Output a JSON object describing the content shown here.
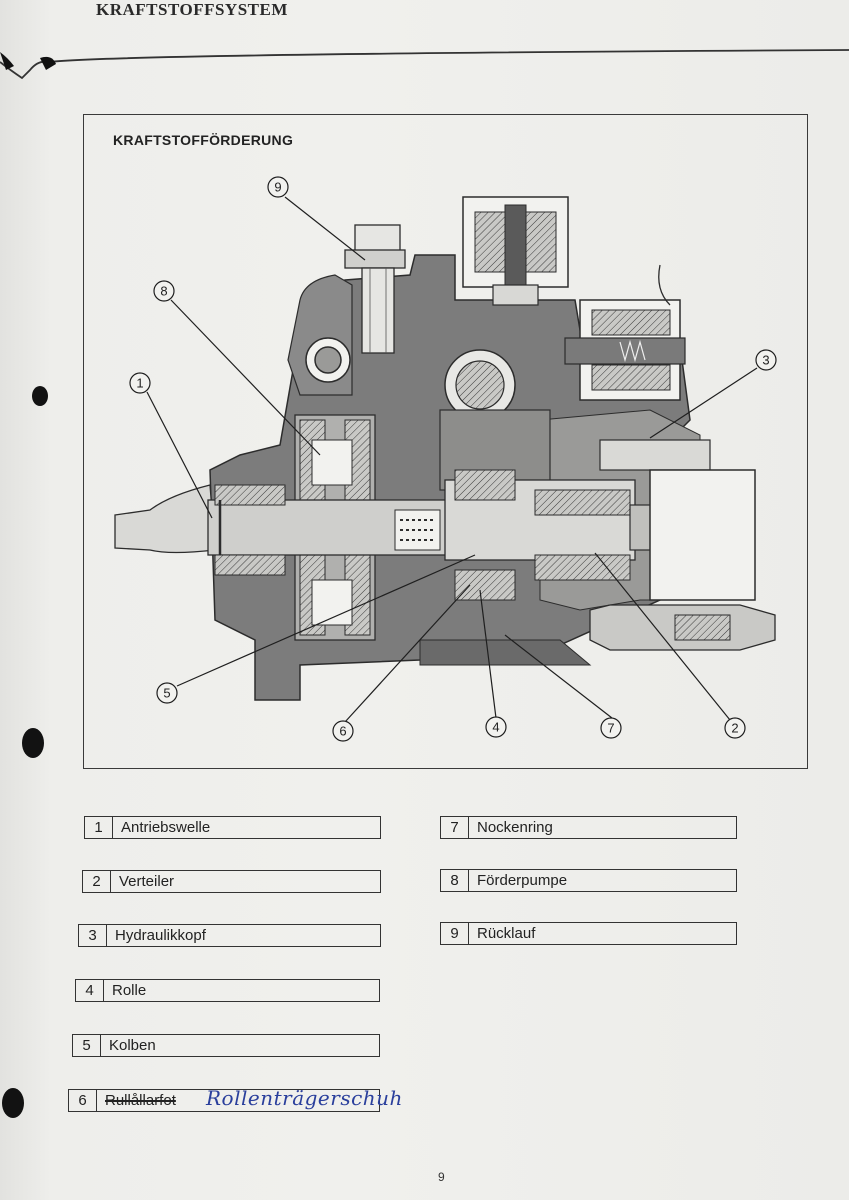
{
  "section_title": "KRAFTSTOFFSYSTEM",
  "figure_title": "KRAFTSTOFFÖRDERUNG",
  "callouts": [
    "1",
    "2",
    "3",
    "4",
    "5",
    "6",
    "7",
    "8",
    "9"
  ],
  "legend": [
    {
      "num": "1",
      "label": "Antriebswelle"
    },
    {
      "num": "2",
      "label": "Verteiler"
    },
    {
      "num": "3",
      "label": "Hydraulikkopf"
    },
    {
      "num": "4",
      "label": "Rolle"
    },
    {
      "num": "5",
      "label": "Kolben"
    },
    {
      "num": "6",
      "label": "Rullållarfot"
    },
    {
      "num": "7",
      "label": "Nockenring"
    },
    {
      "num": "8",
      "label": "Förderpumpe"
    },
    {
      "num": "9",
      "label": "Rücklauf"
    }
  ],
  "handwritten_note": "Rollenträgerschuh",
  "page_number": "9"
}
